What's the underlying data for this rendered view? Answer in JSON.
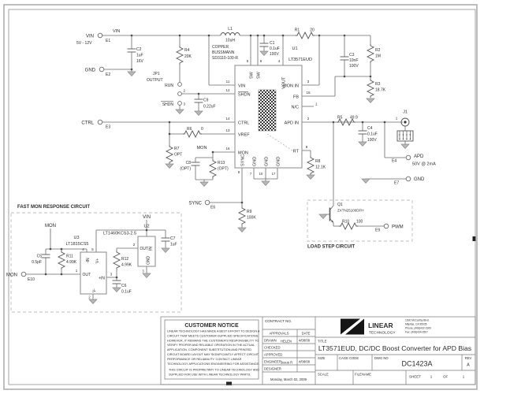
{
  "nets": {
    "vin": "VIN",
    "gnd": "GND",
    "ctrl": "CTRL",
    "mon": "MON",
    "sync": "SYNC",
    "apd": "APD",
    "pwm": "PWM",
    "run": "RUN",
    "shdn": "SHDN",
    "output": "OUTPUT",
    "vin_range": "5V - 12V",
    "apd_rating": "50V @ 2mA"
  },
  "eterm": {
    "e1": "E1",
    "e2": "E2",
    "e3": "E3",
    "e4": "E4",
    "e6": "E6",
    "e7": "E7",
    "e9": "E9",
    "e10": "E10"
  },
  "parts": {
    "r1": {
      "ref": "R1",
      "val": "20"
    },
    "r2": {
      "ref": "R2",
      "val": "1M"
    },
    "r3": {
      "ref": "R3",
      "val": "18.7K"
    },
    "r4": {
      "ref": "R4",
      "val": "20K"
    },
    "r5": {
      "ref": "R5",
      "val": "49.9"
    },
    "r6": {
      "ref": "R6",
      "val": "0"
    },
    "r7": {
      "ref": "R7",
      "val": "OPT"
    },
    "r8": {
      "ref": "R8",
      "val": "12.1K"
    },
    "r9": {
      "ref": "R9",
      "val": "100K"
    },
    "r10": {
      "ref": "R10",
      "val": "100"
    },
    "r11": {
      "ref": "R11",
      "val": "4.99K"
    },
    "r12": {
      "ref": "R12",
      "val": "4.99K"
    },
    "r13": {
      "ref": "R13",
      "val": "(OPT)"
    },
    "c1": {
      "ref": "C1",
      "val": "0.1uF",
      "val2": "100V"
    },
    "c2": {
      "ref": "C2",
      "val": "1uF",
      "val2": "16V"
    },
    "c3": {
      "ref": "C3",
      "val": "10nF",
      "val2": "100V"
    },
    "c4": {
      "ref": "C4",
      "val": "0.1uF",
      "val2": "100V"
    },
    "c5": {
      "ref": "C5",
      "val": "0.5pF"
    },
    "c6": {
      "ref": "C6",
      "val": "0.1uF"
    },
    "c7": {
      "ref": "C7",
      "val": "1uF"
    },
    "c8": {
      "ref": "C8",
      "val": "(OPT)"
    },
    "c9": {
      "ref": "C9",
      "val": "0.22uF"
    },
    "l1": {
      "ref": "L1",
      "val": "10uH",
      "mfr1": "COPPER",
      "mfr2": "BUSSMANN",
      "mfr3": "SD3110-100-R"
    }
  },
  "u1": {
    "ref": "U1",
    "part": "LT3571EUD",
    "pins": {
      "vin": "VIN",
      "shdn": "SHDN",
      "ctrl": "CTRL",
      "vref": "VREF",
      "mon": "MON",
      "sw": "SW",
      "vout": "VOUT",
      "mon_in": "MON IN",
      "fb": "FB",
      "nc": "N/C",
      "apd_in": "APD IN",
      "rt": "RT",
      "sync": "SYNC",
      "gnd": "GND"
    },
    "nums": {
      "vin": "11",
      "shdn": "12",
      "ctrl": "14",
      "vref": "13",
      "mon": "16",
      "sw1": "5",
      "sw2": "6",
      "vout": "4",
      "mon_in": "3",
      "fb": "15",
      "nc": "1",
      "apd_in": "2",
      "rt": "9",
      "sync": "8",
      "gnd1": "7",
      "gnd2": "10",
      "gnd3": "17"
    }
  },
  "u2": {
    "ref": "U2",
    "part": "LT1460KCS3-2.5",
    "pins": {
      "in": "IN",
      "out": "OUT",
      "gnd": "GND"
    },
    "nums": {
      "out": "2",
      "gnd": "3"
    }
  },
  "u3": {
    "ref": "U3",
    "part": "LT1815CS5",
    "pins": {
      "minus": "-IN",
      "plus": "+IN",
      "vp": "V+",
      "vm": "V-",
      "out": "OUT"
    },
    "nums": {
      "minus": "4",
      "vp": "5",
      "out": "1",
      "plus": "3",
      "vm": "2"
    }
  },
  "jp1": {
    "ref": "JP1",
    "nums": {
      "p2": "2",
      "p3": "3"
    }
  },
  "j1": {
    "ref": "J1",
    "num1": "1",
    "pins": [
      "2",
      "3",
      "4",
      "5"
    ]
  },
  "q1": {
    "ref": "Q1",
    "part": "ZXTN25100DFH"
  },
  "sections": {
    "fastmon": "FAST MON RESPONSE CIRCUIT",
    "load": "LOAD STEP CIRCUIT"
  },
  "title_block": {
    "contract_label": "CONTRACT NO.",
    "approvals_label": "APPROVALS",
    "date_label": "DATE",
    "rows": [
      {
        "label": "DRAWN",
        "name": "HELEN",
        "date": "4/08/08"
      },
      {
        "label": "CHECKED",
        "name": "",
        "date": ""
      },
      {
        "label": "APPROVED",
        "name": "",
        "date": ""
      },
      {
        "label": "ENGINEER",
        "name": "Jesus R",
        "date": "4/08/08"
      },
      {
        "label": "DESIGNER",
        "name": "",
        "date": ""
      }
    ],
    "printed_date": "Monday, March 02, 2009",
    "title_label": "TITLE",
    "title": "LT3571EUD, DC/DC Boost Converter for APD Bias",
    "size_label": "SIZE",
    "cage_label": "CAGE CODE",
    "dwg_label": "DWG NO",
    "dwg_no": "DC1423A",
    "rev_label": "REV",
    "rev": "A",
    "scale_label": "SCALE",
    "filename_label": "FILENAME",
    "sheet_label": "SHEET",
    "sheet_no": "1",
    "of_label": "OF",
    "of_no": "1",
    "logo_name": "LINEAR",
    "logo_sub": "TECHNOLOGY",
    "address": [
      "1630 McCarthy Blvd.",
      "Milpitas, CA 95035",
      "Phone: (408)432-1900",
      "Fax: (408)434-0507"
    ]
  },
  "notice": {
    "header": "CUSTOMER NOTICE",
    "lines": [
      "LINEAR TECHNOLOGY HAS MADE A BEST EFFORT TO DESIGN A",
      "CIRCUIT THAT MEETS CUSTOMER-SUPPLIED SPECIFICATIONS;",
      "HOWEVER, IT REMAINS THE CUSTOMER'S RESPONSIBILITY TO",
      "VERIFY PROPER AND RELIABLE OPERATION IN THE ACTUAL",
      "APPLICATION. COMPONENT SUBSTITUTION AND PRINTED",
      "CIRCUIT BOARD LAYOUT MAY SIGNIFICANTLY AFFECT CIRCUIT",
      "PERFORMANCE OR RELIABILITY.  CONTACT LINEAR",
      "TECHNOLOGY APPLICATIONS ENGINEERING FOR ASSISTANCE."
    ],
    "footer_lines": [
      "THIS CIRCUIT IS PROPRIETARY TO LINEAR TECHNOLOGY AND",
      "SUPPLIED FOR USE WITH LINEAR TECHNOLOGY PARTS."
    ]
  }
}
